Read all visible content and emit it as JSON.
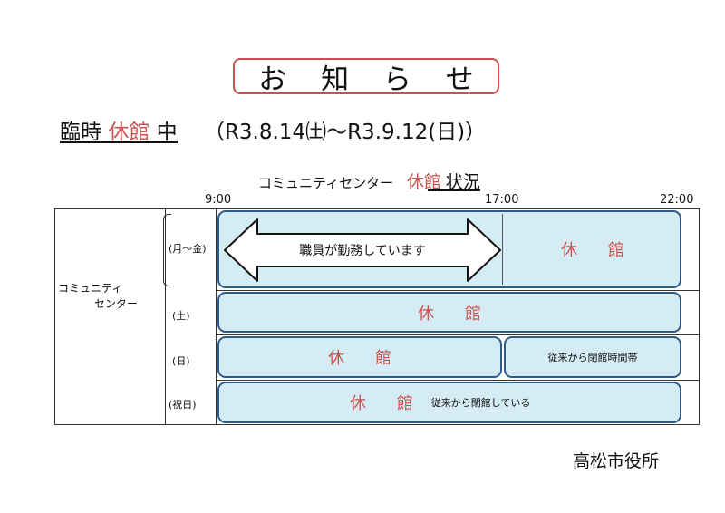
{
  "notice": {
    "title": "お 知 ら せ",
    "period_prefix": "臨時",
    "period_closed": "休館",
    "period_mid": "中",
    "period_dates": "（R3.8.14㈯～R3.9.12(日)）"
  },
  "schedule": {
    "subtitle_prefix": "コミュニティセンター",
    "subtitle_closed": "休館",
    "subtitle_suffix": "状況",
    "time_start": "9:00",
    "time_mid": "17:00",
    "time_end": "22:00",
    "facility_line1": "コミュニティ",
    "facility_line2": "センター",
    "rows": [
      {
        "day": "(月～金)",
        "working_label": "職員が勤務しています",
        "closed_label": "休 館"
      },
      {
        "day": "(土)",
        "closed_label": "休 館"
      },
      {
        "day": "(日)",
        "closed_label": "休 館",
        "note": "従来から閉館時間帯"
      },
      {
        "day": "(祝日)",
        "closed_label": "休 館",
        "note": "従来から閉館している"
      }
    ]
  },
  "footer": {
    "office": "高松市役所"
  },
  "colors": {
    "accent_red": "#c9524f",
    "cell_fill": "#d6ecf4",
    "cell_border": "#2f5a8a"
  }
}
